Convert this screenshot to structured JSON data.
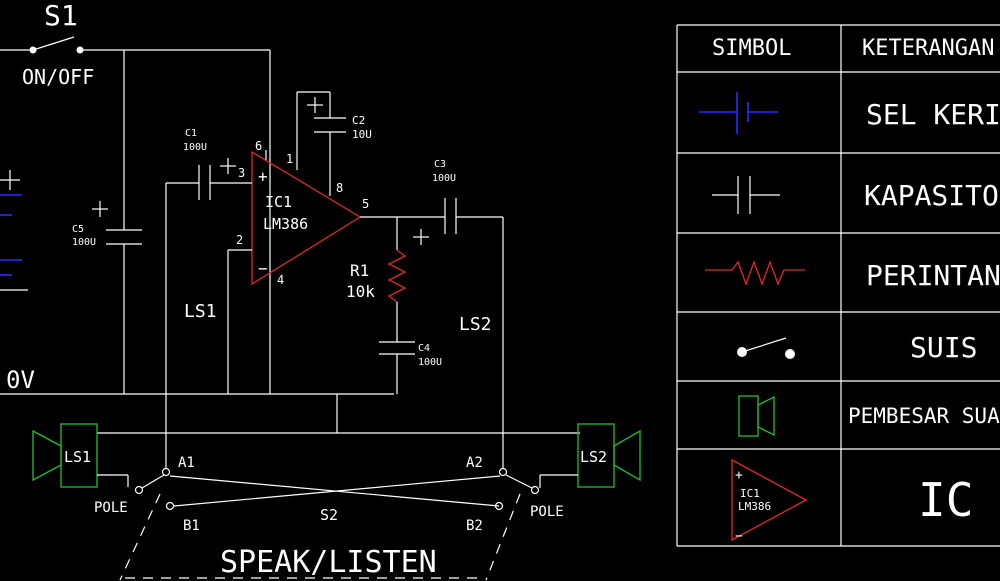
{
  "schematic": {
    "switch_label": "S1",
    "switch_state": "ON/OFF",
    "zero_volt": "0V",
    "c1_name": "C1",
    "c1_value": "100U",
    "c2_name": "C2",
    "c2_value": "10U",
    "c3_name": "C3",
    "c3_value": "100U",
    "c4_name": "C4",
    "c4_value": "100U",
    "c5_name": "C5",
    "c5_value": "100U",
    "ic_name": "IC1",
    "ic_part": "LM386",
    "pin1": "1",
    "pin2": "2",
    "pin3": "3",
    "pin4": "4",
    "pin5": "5",
    "pin6": "6",
    "pin8": "8",
    "r1_name": "R1",
    "r1_value": "10k",
    "ls1_wire": "LS1",
    "ls2_wire": "LS2",
    "ls1_speaker": "LS1",
    "ls2_speaker": "LS2",
    "a1": "A1",
    "a2": "A2",
    "b1": "B1",
    "b2": "B2",
    "pole_left": "POLE",
    "pole_right": "POLE",
    "s2": "S2",
    "speak_listen": "SPEAK/LISTEN",
    "plus": "+",
    "minus": "−"
  },
  "legend": {
    "header_symbol": "SIMBOL",
    "header_desc": "KETERANGAN",
    "rows": [
      {
        "symbol": "battery-cell-icon",
        "desc": "SEL KERING"
      },
      {
        "symbol": "capacitor-icon",
        "desc": "KAPASITOR"
      },
      {
        "symbol": "resistor-icon",
        "desc": "PERINTANG"
      },
      {
        "symbol": "switch-icon",
        "desc": "SUIS"
      },
      {
        "symbol": "speaker-icon",
        "desc": "PEMBESAR SUARA"
      },
      {
        "symbol": "ic-icon",
        "desc": "IC"
      }
    ],
    "ic_icon_name": "IC1",
    "ic_icon_part": "LM386"
  },
  "colors": {
    "background": "#000000",
    "wire": "#ffffff",
    "resistor": "#e0282a",
    "battery": "#2a2aff",
    "speaker": "#22c02a"
  }
}
